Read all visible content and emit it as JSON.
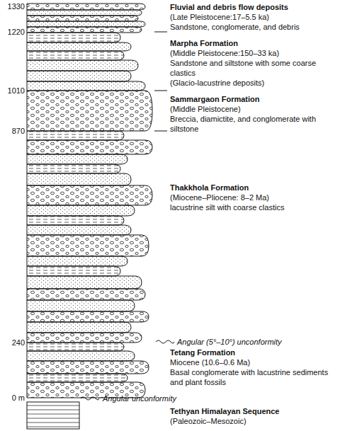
{
  "diagram": {
    "labels": [
      "1330",
      "Fluvial and debris flow deposits",
      "(Late Pleistocene:17–5.5 ka)",
      "Sandstone, conglomerate, and debris",
      "1220",
      "Marpha Formation",
      "(Middle Pleistocene:150–33 ka)",
      "Sandstone and siltstone with some coarse clastics",
      "(Glacio-lacustrine deposits)",
      "1010",
      "Sammargaon Formation",
      "(Middle Pleistocene)",
      "Breccia, diamictite, and conglomerate with siltstone",
      "870",
      "Thakkhola Formation",
      "(Miocene–Pliocene: 8–2 Ma)",
      "lacustrine silt with coarse clastics",
      "240",
      "Angular (5°–10°) unconformity",
      "Tetang Formation",
      "Miocene (10.6–0.6 Ma)",
      "Basal conglomerate with lacustrine sediments and plant fossils",
      "0 m",
      "Angular unconformity",
      "Tethyan Himalayan Sequence",
      "(Paleozoic–Mesozoic)"
    ]
  }
}
